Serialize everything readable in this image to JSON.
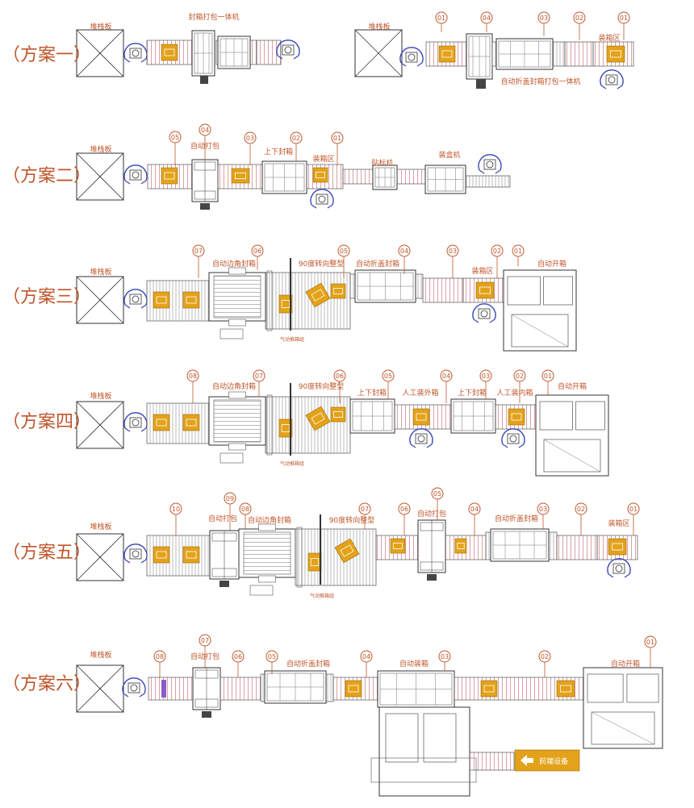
{
  "colors": {
    "accent": "#c0562b",
    "box": "#e3a21a",
    "line": "#333333",
    "robot": "#3a47b8"
  },
  "rows": [
    {
      "label": "（方案一）",
      "palletA": "堆栈板",
      "palletB": "堆栈板",
      "left_machine": "封箱打包一体机",
      "right_machine": "自动折盖封箱打包一体机",
      "packing_zone": "装箱区",
      "nums": [
        "01",
        "04",
        "03",
        "02",
        "01"
      ]
    },
    {
      "label": "（方案二）",
      "pallet": "堆栈板",
      "texts": {
        "auto_strap": "自动打包",
        "top_bottom": "上下封箱",
        "packing_zone": "装箱区",
        "labeler": "贴标机",
        "boxer": "装盒机"
      },
      "nums": [
        "05",
        "04",
        "03",
        "02",
        "01"
      ]
    },
    {
      "label": "（方案三）",
      "pallet": "堆栈板",
      "texts": {
        "edge_seal": "自动边角封箱",
        "turn": "90度转向整型",
        "fold_seal": "自动折盖封箱",
        "packing_zone": "装箱区",
        "erector": "自动开箱",
        "pusher": "气动推箱组"
      },
      "nums": [
        "07",
        "06",
        "05",
        "04",
        "03",
        "02",
        "01"
      ]
    },
    {
      "label": "（方案四）",
      "pallet": "堆栈板",
      "texts": {
        "edge_seal": "自动边角封箱",
        "turn": "90度转向整型",
        "top_bottom_a": "上下封箱",
        "manual_outer": "人工装外箱",
        "top_bottom_b": "上下封箱",
        "manual_inner": "人工装内箱",
        "erector": "自动开箱",
        "pusher": "气动推箱组"
      },
      "nums": [
        "08",
        "07",
        "06",
        "05",
        "04",
        "03",
        "02",
        "01"
      ]
    },
    {
      "label": "（方案五）",
      "pallet": "堆栈板",
      "texts": {
        "strap_a": "自动打包",
        "edge_seal": "自动边角封箱",
        "turn": "90度转向整型",
        "strap_b": "自动打包",
        "fold_seal": "自动折盖封箱",
        "packing_zone": "装箱区",
        "pusher": "气动推箱组"
      },
      "nums": [
        "10",
        "09",
        "08",
        "07",
        "06",
        "05",
        "04",
        "03",
        "02",
        "01"
      ]
    },
    {
      "label": "（方案六）",
      "pallet": "堆栈板",
      "texts": {
        "strap": "自动打包",
        "fold_seal": "自动折盖封箱",
        "auto_pack": "自动装箱",
        "erector": "自动开箱",
        "front": "前端设备"
      },
      "nums": [
        "08",
        "07",
        "06",
        "05",
        "04",
        "03",
        "02",
        "01"
      ]
    }
  ]
}
